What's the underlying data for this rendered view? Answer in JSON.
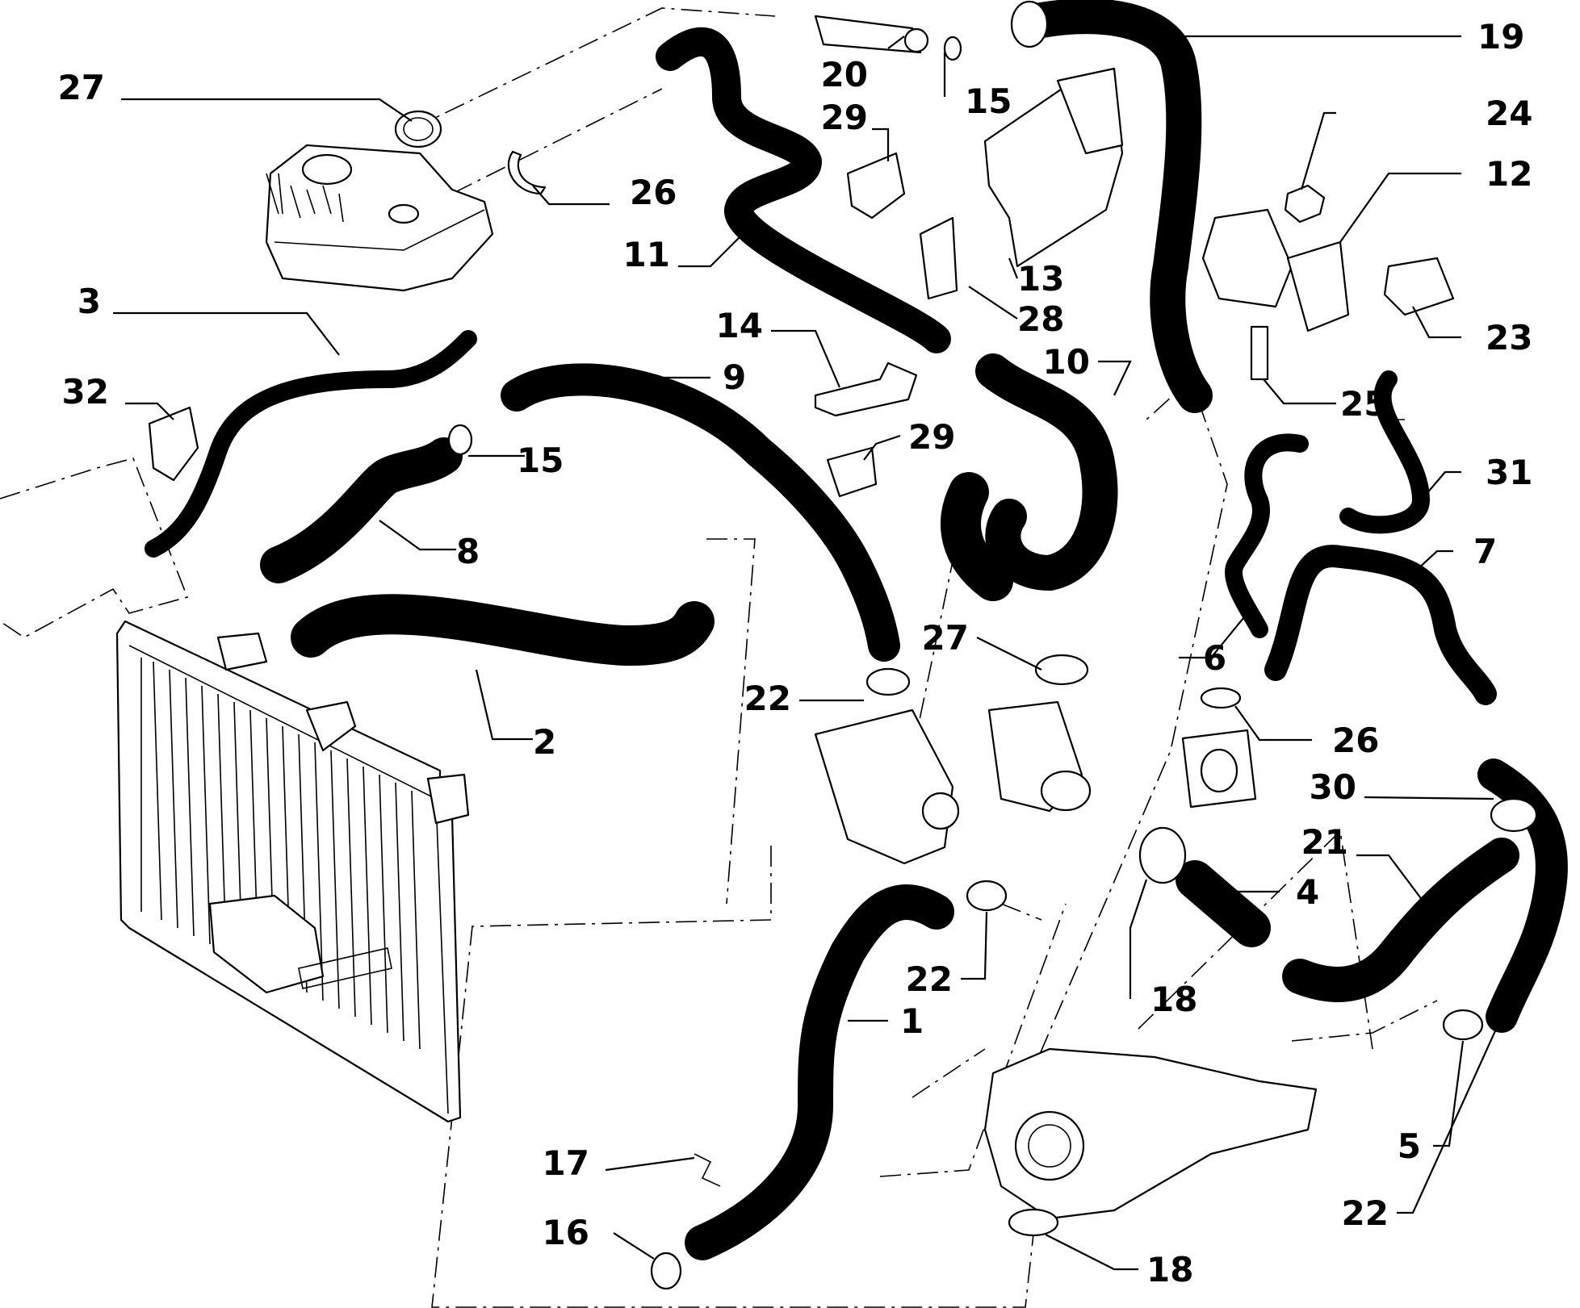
{
  "callouts": [
    {
      "id": "27a",
      "text": "27"
    },
    {
      "id": "26a",
      "text": "26"
    },
    {
      "id": "3",
      "text": "3"
    },
    {
      "id": "32",
      "text": "32"
    },
    {
      "id": "20",
      "text": "20"
    },
    {
      "id": "15a",
      "text": "15"
    },
    {
      "id": "29a",
      "text": "29"
    },
    {
      "id": "11",
      "text": "11"
    },
    {
      "id": "14",
      "text": "14"
    },
    {
      "id": "9",
      "text": "9"
    },
    {
      "id": "15b",
      "text": "15"
    },
    {
      "id": "8",
      "text": "8"
    },
    {
      "id": "2",
      "text": "2"
    },
    {
      "id": "22a",
      "text": "22"
    },
    {
      "id": "1",
      "text": "1"
    },
    {
      "id": "17",
      "text": "17"
    },
    {
      "id": "16",
      "text": "16"
    },
    {
      "id": "19",
      "text": "19"
    },
    {
      "id": "13",
      "text": "13"
    },
    {
      "id": "28",
      "text": "28"
    },
    {
      "id": "10",
      "text": "10"
    },
    {
      "id": "29b",
      "text": "29"
    },
    {
      "id": "27b",
      "text": "27"
    },
    {
      "id": "24",
      "text": "24"
    },
    {
      "id": "12",
      "text": "12"
    },
    {
      "id": "23",
      "text": "23"
    },
    {
      "id": "25",
      "text": "25"
    },
    {
      "id": "31",
      "text": "31"
    },
    {
      "id": "7",
      "text": "7"
    },
    {
      "id": "6",
      "text": "6"
    },
    {
      "id": "26b",
      "text": "26"
    },
    {
      "id": "30",
      "text": "30"
    },
    {
      "id": "21",
      "text": "21"
    },
    {
      "id": "4",
      "text": "4"
    },
    {
      "id": "18a",
      "text": "18"
    },
    {
      "id": "22b",
      "text": "22"
    },
    {
      "id": "22c",
      "text": "22"
    },
    {
      "id": "5",
      "text": "5"
    },
    {
      "id": "18b",
      "text": "18"
    }
  ]
}
